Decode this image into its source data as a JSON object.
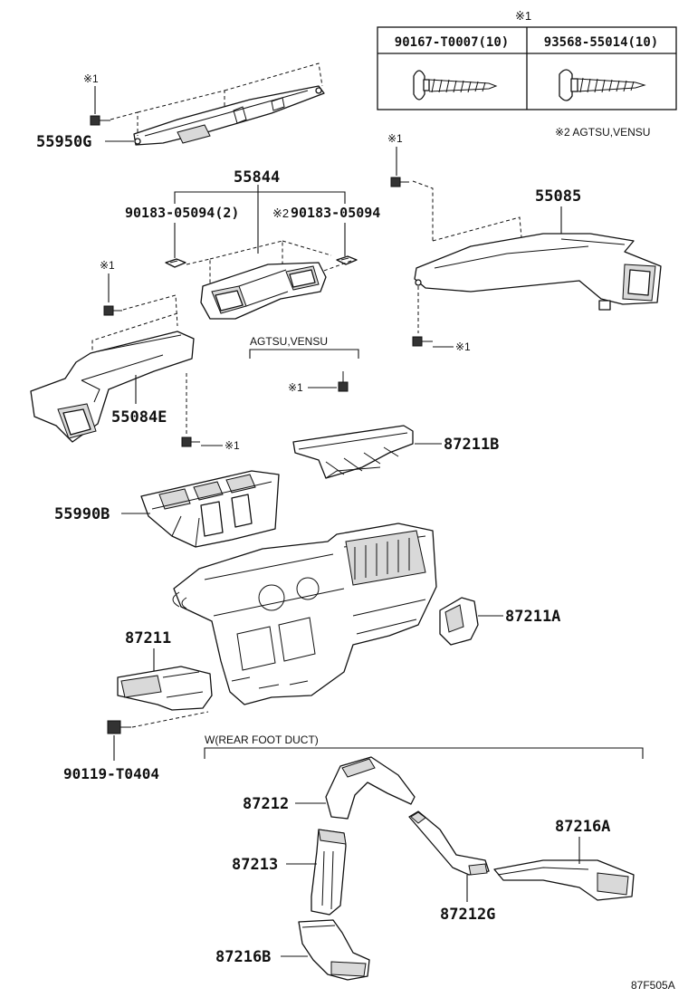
{
  "fastener_table": {
    "mark": "※1",
    "col1": "90167-T0007(10)",
    "col2": "93568-55014(10)"
  },
  "notes": {
    "mark2": "※2 AGTSU,VENSU",
    "agtsu_vensu": "AGTSU,VENSU",
    "rear_foot_duct": "W(REAR FOOT DUCT)",
    "mark1": "※1",
    "mark2_prefix": "※2",
    "diagram_code": "87F505A"
  },
  "labels": {
    "p55950G": "55950G",
    "p55844": "55844",
    "p90183_1": "90183-05094(2)",
    "p90183_2": "90183-05094",
    "p55085": "55085",
    "p55084E": "55084E",
    "p87211B": "87211B",
    "p55990B": "55990B",
    "p87211A": "87211A",
    "p87211": "87211",
    "p90119": "90119-T0404",
    "p87212": "87212",
    "p87216A": "87216A",
    "p87213": "87213",
    "p87212G": "87212G",
    "p87216B": "87216B"
  }
}
